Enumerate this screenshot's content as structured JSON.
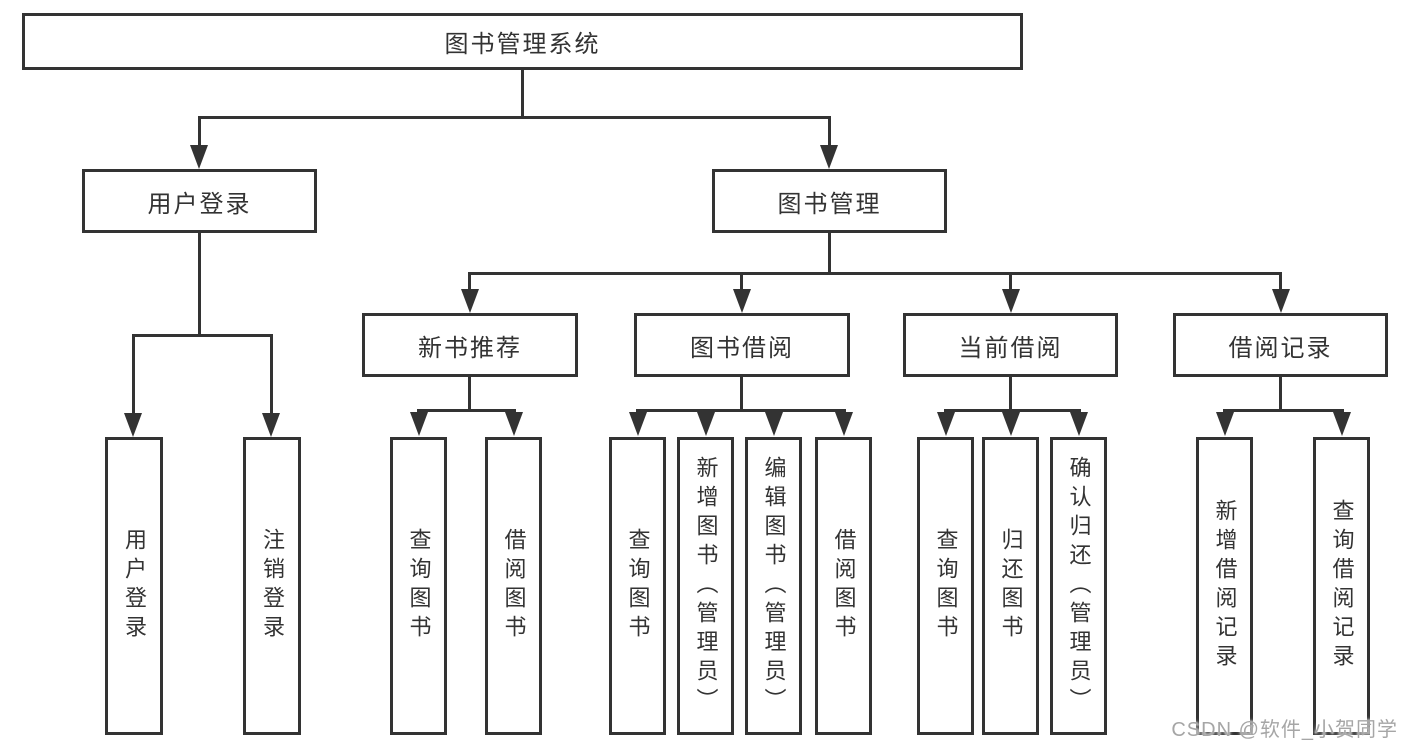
{
  "diagram": {
    "tree": {
      "label": "图书管理系统",
      "children": [
        {
          "label": "用户登录",
          "children": [
            {
              "label": "用户登录"
            },
            {
              "label": "注销登录"
            }
          ]
        },
        {
          "label": "图书管理",
          "children": [
            {
              "label": "新书推荐",
              "children": [
                {
                  "label": "查询图书"
                },
                {
                  "label": "借阅图书"
                }
              ]
            },
            {
              "label": "图书借阅",
              "children": [
                {
                  "label": "查询图书"
                },
                {
                  "label": "新增图书（管理员）"
                },
                {
                  "label": "编辑图书（管理员）"
                },
                {
                  "label": "借阅图书"
                }
              ]
            },
            {
              "label": "当前借阅",
              "children": [
                {
                  "label": "查询图书"
                },
                {
                  "label": "归还图书"
                },
                {
                  "label": "确认归还（管理员）"
                }
              ]
            },
            {
              "label": "借阅记录",
              "children": [
                {
                  "label": "新增借阅记录"
                },
                {
                  "label": "查询借阅记录"
                }
              ]
            }
          ]
        }
      ]
    }
  },
  "watermark": {
    "text": "CSDN @软件_小贺同学"
  },
  "colors": {
    "line": "#333333",
    "text": "#333333",
    "box_background": "#ffffff",
    "page_background": "#ffffff",
    "watermark": "#a6a6a6"
  }
}
